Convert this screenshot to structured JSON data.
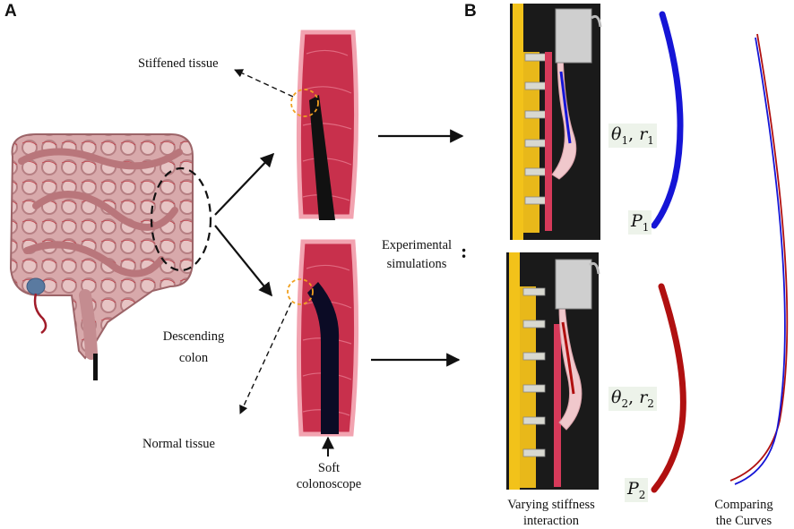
{
  "panels": {
    "a": "A",
    "b": "B"
  },
  "labels": {
    "stiffened_tissue": "Stiffened tissue",
    "descending_colon_1": "Descending",
    "descending_colon_2": "colon",
    "normal_tissue": "Normal tissue",
    "soft_colonoscope_1": "Soft",
    "soft_colonoscope_2": "colonoscope",
    "exp_sim_1": "Experimental",
    "exp_sim_2": "simulations",
    "exp_sim_colon": ":",
    "varying_1": "Varying stiffness",
    "varying_2": "interaction",
    "comparing_1": "Comparing",
    "comparing_2": "the Curves"
  },
  "math": {
    "theta1": "θ",
    "theta1_sub": "1",
    "r1": "r",
    "r1_sub": "1",
    "theta2": "θ",
    "theta2_sub": "2",
    "r2": "r",
    "r2_sub": "2",
    "comma": ", ",
    "p1": "P",
    "p1_sub": "1",
    "p2": "P",
    "p2_sub": "2"
  },
  "colors": {
    "curve_blue": "#1515d6",
    "curve_red": "#b01010",
    "tissue": "#c8304c",
    "tissue_edge": "#f2a3b0",
    "highlight": "#f0a020",
    "ladder": "#f2c21a",
    "scope": "#111111"
  }
}
